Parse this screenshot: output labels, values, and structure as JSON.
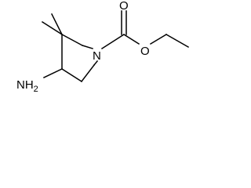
{
  "atom_labels": {
    "amine_nitrogen": "NH2",
    "ring_nitrogen": "N",
    "carbonyl_oxygen": "O",
    "ester_oxygen": "O"
  },
  "colors": {
    "bond": "#000000",
    "label": "#000000",
    "background": "#ffffff"
  }
}
